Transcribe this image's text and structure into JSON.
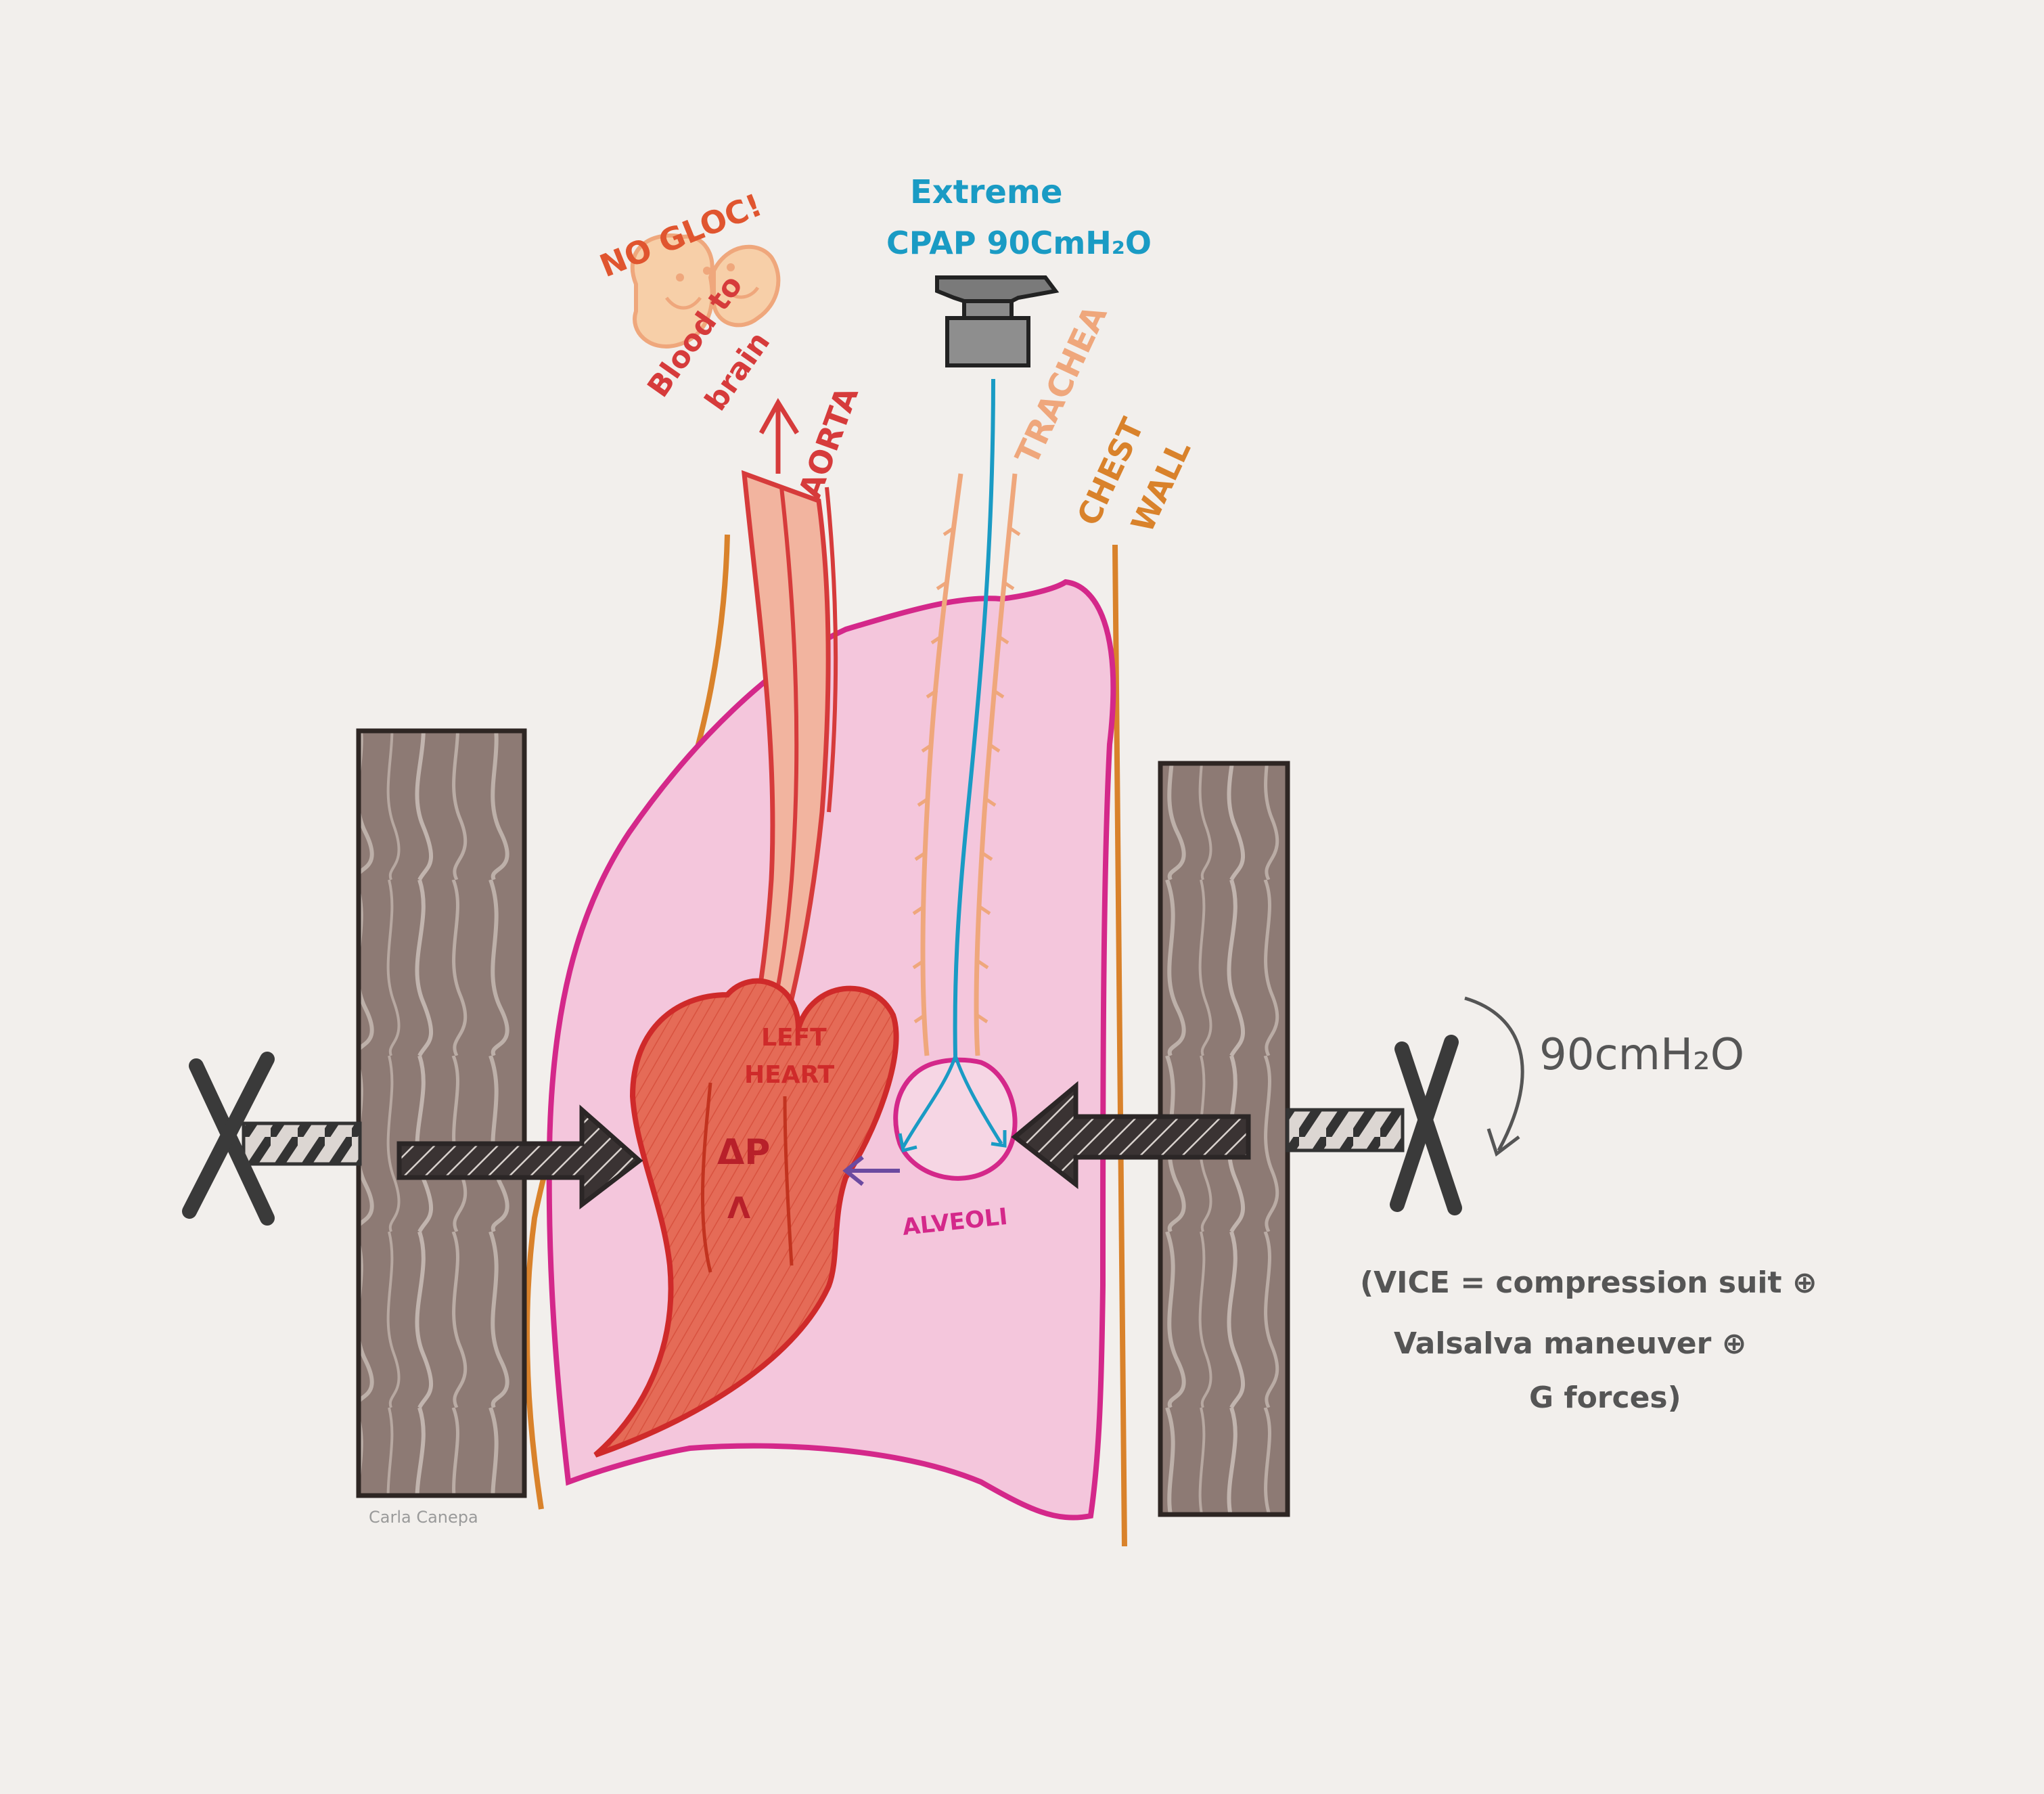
{
  "diagram": {
    "labels": {
      "no_gloc": "NO GLOC!",
      "blood_line1": "Blood to",
      "blood_line2": "brain",
      "cpap_line1": "Extreme",
      "cpap_line2": "CPAP 90CmH₂O",
      "aorta": "AORTA",
      "trachea": "TRACHEA",
      "chest_line1": "CHEST",
      "chest_line2": "WALL",
      "left_heart_line1": "LEFT",
      "left_heart_line2": "HEART",
      "delta_p": "ΔP",
      "up_arrow": "Λ",
      "alveoli": "ALVEOLI",
      "pressure": "90cmH₂O",
      "vice_line1": "(VICE = compression suit ⊕",
      "vice_line2": "Valsalva maneuver ⊕",
      "vice_line3": "G forces)",
      "signature": "Carla Canepa"
    },
    "colors": {
      "aorta": "#d63b3b",
      "trachea": "#efa77c",
      "cpap": "#1a9bc4",
      "chest_wall": "#d9822b",
      "lung_outline": "#d4288a",
      "lung_fill": "#f4c6dc",
      "heart_outline": "#cf2a2a",
      "heart_fill": "#e86a55",
      "wood": "#8a7670",
      "wood_outline": "#2e2623",
      "vice_arrow": "#2b2626",
      "screw": "#555555",
      "text_dark": "#333333"
    }
  }
}
